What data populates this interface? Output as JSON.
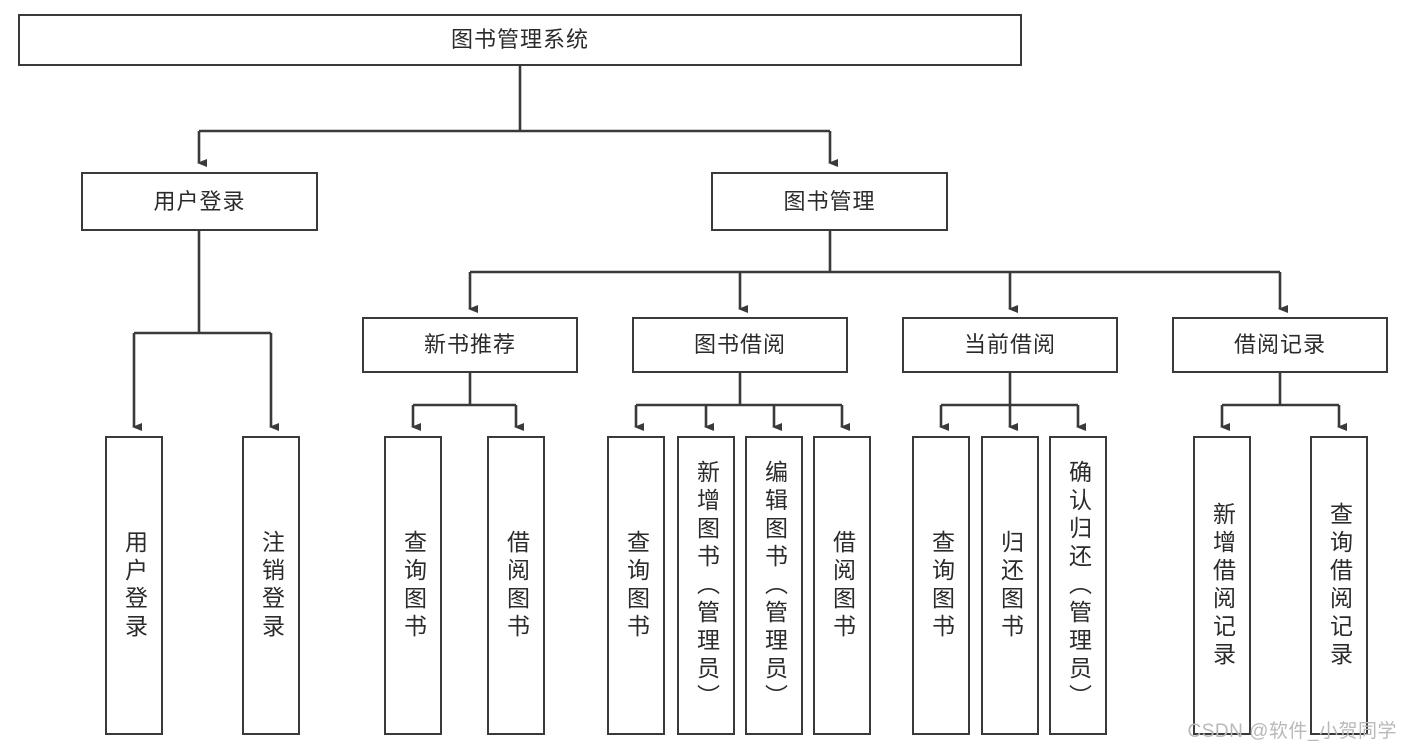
{
  "diagram": {
    "type": "tree",
    "title": "图书管理系统",
    "watermark": "CSDN @软件_小贺同学",
    "colors": {
      "box_border": "#3a3a3a",
      "box_fill": "#ffffff",
      "connector": "#3a3a3a",
      "text": "#2b2b2b",
      "watermark": "#b9b9b9"
    },
    "root": {
      "label": "图书管理系统"
    },
    "level2": [
      {
        "label": "用户登录"
      },
      {
        "label": "图书管理"
      }
    ],
    "level3": [
      {
        "label": "新书推荐"
      },
      {
        "label": "图书借阅"
      },
      {
        "label": "当前借阅"
      },
      {
        "label": "借阅记录"
      }
    ],
    "leaves": {
      "user_login": [
        {
          "label": "用户登录"
        },
        {
          "label": "注销登录"
        }
      ],
      "new_book_recommend": [
        {
          "label": "查询图书"
        },
        {
          "label": "借阅图书"
        }
      ],
      "book_borrow": [
        {
          "label": "查询图书"
        },
        {
          "label": "新增图书（管理员）"
        },
        {
          "label": "编辑图书（管理员）"
        },
        {
          "label": "借阅图书"
        }
      ],
      "current_borrow": [
        {
          "label": "查询图书"
        },
        {
          "label": "归还图书"
        },
        {
          "label": "确认归还（管理员）"
        }
      ],
      "borrow_record": [
        {
          "label": "新增借阅记录"
        },
        {
          "label": "查询借阅记录"
        }
      ]
    }
  }
}
